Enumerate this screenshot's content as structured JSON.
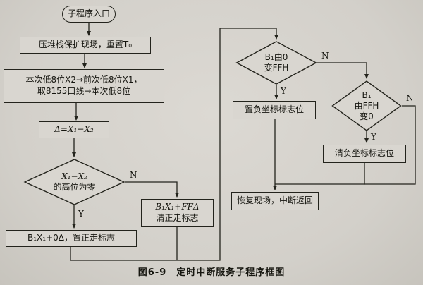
{
  "page": {
    "background": "#d3d0ca",
    "ink": "#23231c",
    "caption": "图6-9　定时中断服务子程序框图"
  },
  "labels": {
    "yes": "Y",
    "no": "N"
  },
  "nodes": {
    "entry": {
      "label": "子程序入口"
    },
    "save_context": {
      "label": "压堆栈保护现场，重置T₀"
    },
    "read_port": {
      "line1": "本次低8位X2→前次低8位X1，",
      "line2": "取8155口线→本次低8位"
    },
    "delta": {
      "label": "Δ=X₁−X₂"
    },
    "high_zero_decision": {
      "line1": "X₁−X₂",
      "line2": "的高位为零"
    },
    "ff_delta": {
      "line1": "B₁X₁+FFΔ",
      "line2": "清正走标志"
    },
    "zero_delta": {
      "label": "B₁X₁+0Δ，置正走标志"
    },
    "b1_0_to_ff_decision": {
      "line1": "B₁由0",
      "line2": "变FFH"
    },
    "set_neg_flag": {
      "label": "置负坐标标志位"
    },
    "b1_ff_to_0_decision": {
      "line1": "B₁",
      "line2": "由FFH",
      "line3": "变0"
    },
    "clear_neg_flag": {
      "label": "清负坐标标志位"
    },
    "restore_return": {
      "label": "恢复现场，中断返回"
    }
  },
  "edges": [
    {
      "from": "entry",
      "to": "save_context"
    },
    {
      "from": "save_context",
      "to": "read_port"
    },
    {
      "from": "read_port",
      "to": "delta"
    },
    {
      "from": "delta",
      "to": "high_zero_decision"
    },
    {
      "from": "high_zero_decision",
      "to": "zero_delta",
      "label": "Y"
    },
    {
      "from": "high_zero_decision",
      "to": "ff_delta",
      "label": "N"
    },
    {
      "from": "zero_delta",
      "to": "b1_0_to_ff_decision"
    },
    {
      "from": "ff_delta",
      "to": "b1_0_to_ff_decision"
    },
    {
      "from": "b1_0_to_ff_decision",
      "to": "set_neg_flag",
      "label": "Y"
    },
    {
      "from": "b1_0_to_ff_decision",
      "to": "b1_ff_to_0_decision",
      "label": "N"
    },
    {
      "from": "b1_ff_to_0_decision",
      "to": "clear_neg_flag",
      "label": "Y"
    },
    {
      "from": "b1_ff_to_0_decision",
      "to": "restore_return",
      "label": "N"
    },
    {
      "from": "set_neg_flag",
      "to": "restore_return"
    },
    {
      "from": "clear_neg_flag",
      "to": "restore_return"
    }
  ]
}
